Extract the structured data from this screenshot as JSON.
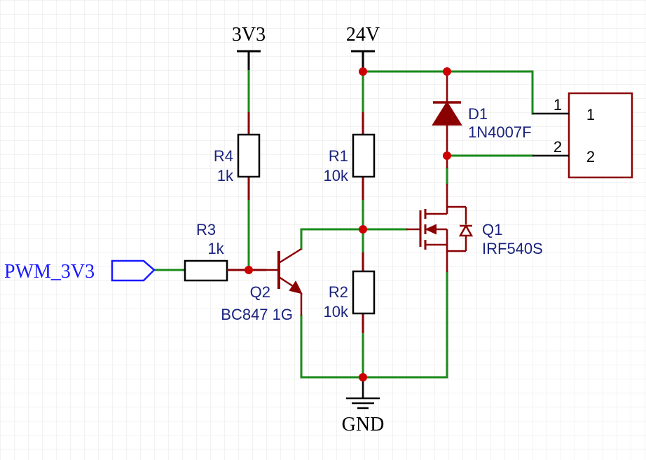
{
  "power": {
    "vcc_3v3": "3V3",
    "vcc_24v": "24V",
    "gnd": "GND"
  },
  "net_labels": {
    "pwm": "PWM_3V3"
  },
  "components": {
    "r4": {
      "ref": "R4",
      "value": "1k"
    },
    "r3": {
      "ref": "R3",
      "value": "1k"
    },
    "r1": {
      "ref": "R1",
      "value": "10k"
    },
    "r2": {
      "ref": "R2",
      "value": "10k"
    },
    "q2": {
      "ref": "Q2",
      "value": "BC847 1G"
    },
    "q1": {
      "ref": "Q1",
      "value": "IRF540S"
    },
    "d1": {
      "ref": "D1",
      "value": "1N4007F"
    },
    "j1": {
      "pin1_outer": "1",
      "pin2_outer": "2",
      "pin1_inner": "1",
      "pin2_inner": "2"
    }
  },
  "colors": {
    "wire": "#1a8a1a",
    "component": "#8b0000",
    "junction": "#cc0000",
    "label": "#1a237e",
    "net_label": "#1a1aff",
    "grid": "#e6e6e6"
  }
}
